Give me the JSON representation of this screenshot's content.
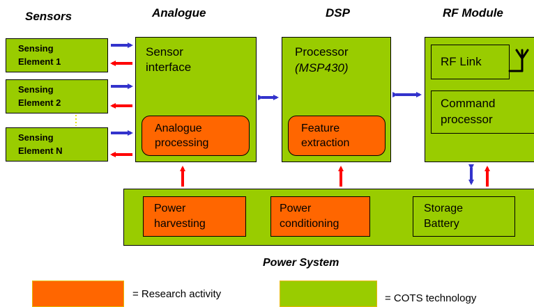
{
  "headings": {
    "sensors": "Sensors",
    "analogue": "Analogue",
    "dsp": "DSP",
    "rf_module": "RF Module",
    "power_system": "Power System"
  },
  "sensing_elements": [
    {
      "line1": "Sensing",
      "line2": "Element 1"
    },
    {
      "line1": "Sensing",
      "line2": "Element 2"
    },
    {
      "line1": "Sensing",
      "line2": "Element N"
    }
  ],
  "analogue": {
    "title_line1": "Sensor",
    "title_line2": "interface",
    "sub_line1": "Analogue",
    "sub_line2": "processing"
  },
  "dsp": {
    "title_line1": "Processor",
    "title_line2": "(MSP430)",
    "sub_line1": "Feature",
    "sub_line2": "extraction"
  },
  "rf": {
    "link": "RF Link",
    "cmd_line1": "Command",
    "cmd_line2": "processor"
  },
  "power": {
    "harvest_line1": "Power",
    "harvest_line2": "harvesting",
    "cond_line1": "Power",
    "cond_line2": "conditioning",
    "storage_line1": "Storage",
    "storage_line2": "Battery"
  },
  "legend": {
    "research": "= Research activity",
    "cots": "= COTS technology"
  },
  "colors": {
    "green": "#99cc00",
    "orange": "#ff6600",
    "blue_arrow": "#3333cc",
    "red_arrow": "#ff0000"
  }
}
